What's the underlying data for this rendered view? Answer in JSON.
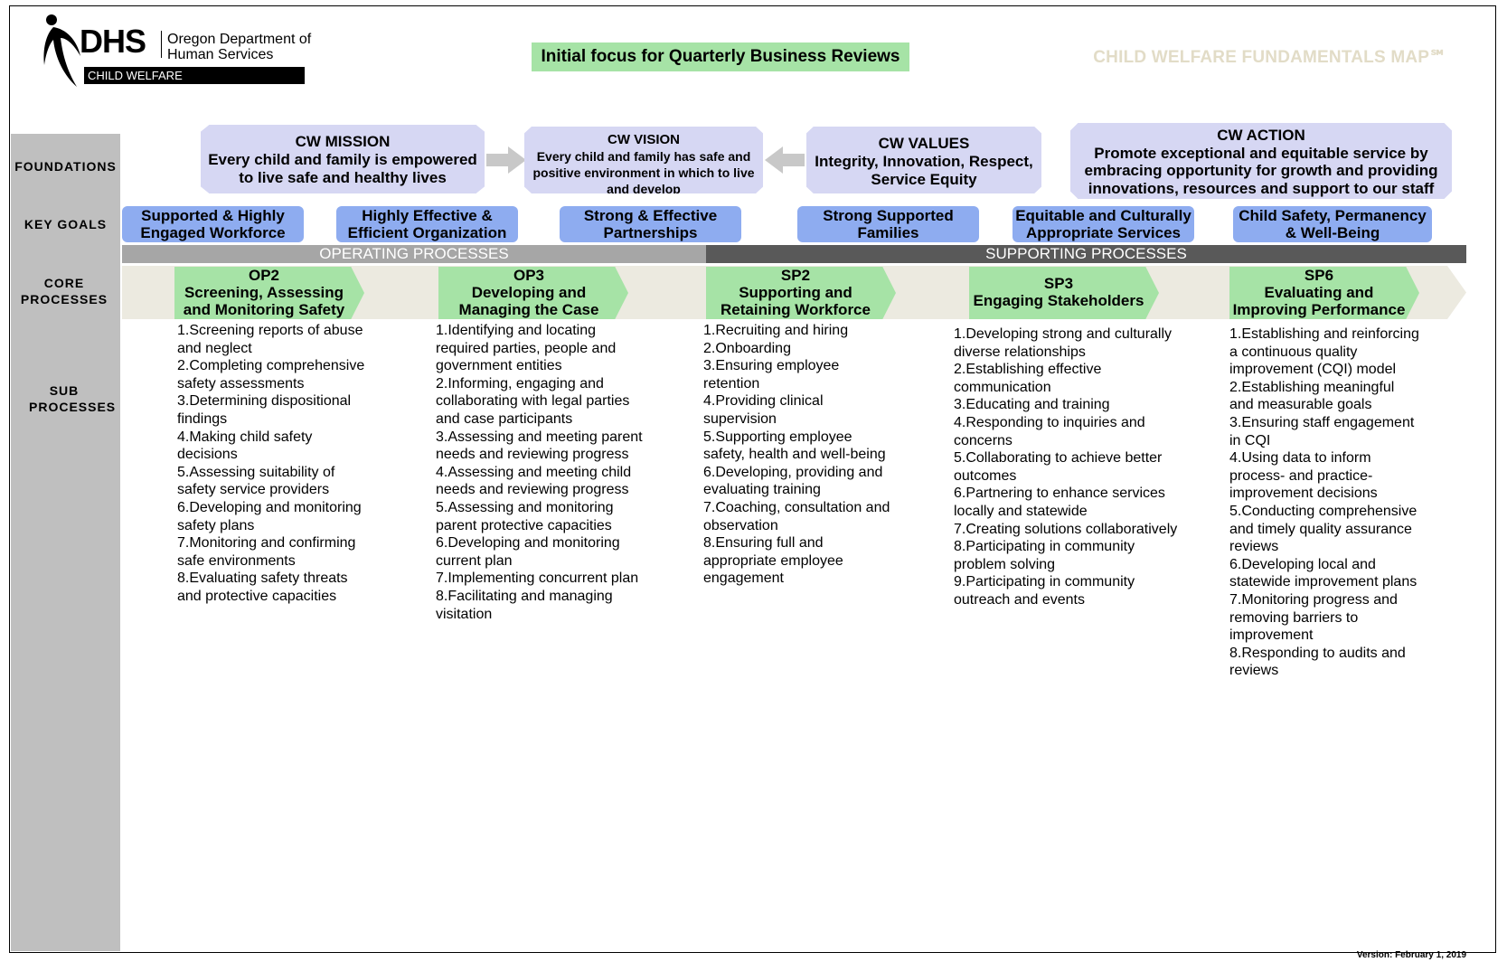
{
  "header": {
    "logo_dhs": "DHS",
    "logo_org": "Oregon Department of Human Services",
    "logo_division": "CHILD WELFARE",
    "qbr_label": "Initial focus for Quarterly Business Reviews",
    "map_title": "CHILD WELFARE FUNDAMENTALS MAP℠"
  },
  "rows": {
    "foundations": "FOUNDATIONS",
    "key_goals": "KEY GOALS",
    "core_processes": "CORE PROCESSES",
    "sub_processes": "SUB PROCESSES"
  },
  "foundations": [
    {
      "title": "CW MISSION",
      "text": "Every child and family is empowered to live safe and healthy lives"
    },
    {
      "title": "CW VISION",
      "text": "Every child and family has  safe and positive environment in which to live and develop"
    },
    {
      "title": "CW VALUES",
      "text": "Integrity, Innovation, Respect, Service Equity"
    },
    {
      "title": "CW ACTION",
      "text": "Promote exceptional and equitable service by embracing opportunity for growth and providing innovations, resources and support to our staff"
    }
  ],
  "key_goals": [
    "Supported & Highly Engaged Workforce",
    "Highly Effective & Efficient Organization",
    "Strong & Effective Partnerships",
    "Strong Supported Families",
    "Equitable and Culturally Appropriate Services",
    "Child Safety, Permanency & Well-Being"
  ],
  "process_bars": {
    "operating": "OPERATING PROCESSES",
    "supporting": "SUPPORTING PROCESSES"
  },
  "core_processes": [
    {
      "code": "OP2",
      "name": "Screening, Assessing and Monitoring Safety"
    },
    {
      "code": "OP3",
      "name": "Developing and Managing the Case Plan"
    },
    {
      "code": "SP2",
      "name": "Supporting and Retaining Workforce"
    },
    {
      "code": "SP3",
      "name": "Engaging Stakeholders"
    },
    {
      "code": "SP6",
      "name": "Evaluating and Improving Performance"
    }
  ],
  "sub_processes": [
    [
      "1.Screening reports of abuse and neglect",
      "2.Completing comprehensive safety assessments",
      "3.Determining dispositional findings",
      "4.Making child safety decisions",
      "5.Assessing suitability of safety service providers",
      "6.Developing and monitoring safety plans",
      "7.Monitoring and confirming safe environments",
      "8.Evaluating safety threats and protective capacities"
    ],
    [
      "1.Identifying and locating required parties, people and government entities",
      "2.Informing, engaging and collaborating with legal parties and case participants",
      "3.Assessing and meeting parent needs and reviewing progress",
      "4.Assessing and meeting child needs and reviewing progress",
      "5.Assessing and monitoring parent protective capacities",
      "6.Developing and monitoring current plan",
      "7.Implementing concurrent plan",
      "8.Facilitating and managing visitation"
    ],
    [
      "1.Recruiting and hiring",
      "2.Onboarding",
      "3.Ensuring employee retention",
      "4.Providing clinical supervision",
      "5.Supporting employee safety, health and well-being",
      "6.Developing, providing and evaluating training",
      "7.Coaching, consultation and observation",
      "8.Ensuring full and appropriate employee engagement"
    ],
    [
      "1.Developing strong and culturally diverse relationships",
      "2.Establishing effective communication",
      "3.Educating and training",
      "4.Responding to inquiries and concerns",
      "5.Collaborating to achieve better outcomes",
      "6.Partnering to enhance services locally and statewide",
      "7.Creating solutions collaboratively",
      "8.Participating in community problem solving",
      "9.Participating in community outreach and events"
    ],
    [
      "1.Establishing and reinforcing a continuous quality improvement (CQI) model",
      "2.Establishing meaningful and measurable goals",
      "3.Ensuring staff engagement in CQI",
      "4.Using data to inform process- and practice-improvement decisions",
      "5.Conducting comprehensive and timely quality assurance reviews",
      "6.Developing local and statewide improvement plans",
      "7.Monitoring progress and removing barriers to improvement",
      "8.Responding to audits and reviews"
    ]
  ],
  "version": "Version: February 1, 2019",
  "colors": {
    "foundation": "#d6d7f3",
    "goal": "#8eacf0",
    "core": "#a6e3a6",
    "sidebar": "#bfbfbf",
    "operating_bar": "#a6a6a6",
    "supporting_bar": "#595959"
  }
}
